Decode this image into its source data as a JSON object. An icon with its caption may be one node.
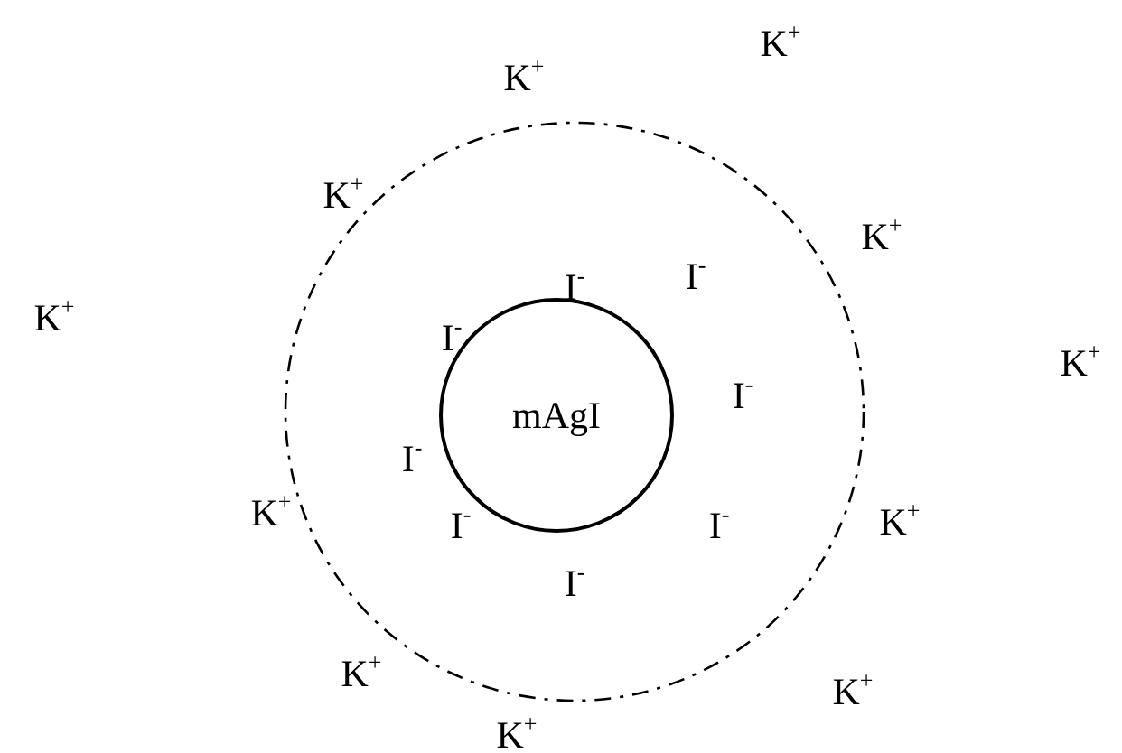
{
  "diagram": {
    "nodes": [
      {
        "text": [
          "mAgI"
        ]
      }
    ],
    "labels": [
      "K$^{+}$",
      "K$^{+}$",
      "K$^{+}$",
      "K$^{+}$",
      "I$^{-}$",
      "I$^{-}$",
      "K$^{+}$",
      "I$^{-}$",
      "K$^{+}$",
      "I$^{-}$",
      "I$^{-}$",
      "K$^{+}$",
      "K$^{+}$",
      "I$^{-}$",
      "I$^{-}$",
      "I$^{-}$",
      "K$^{+}$",
      "K$^{+}$",
      "K$^{+}$"
    ]
  }
}
